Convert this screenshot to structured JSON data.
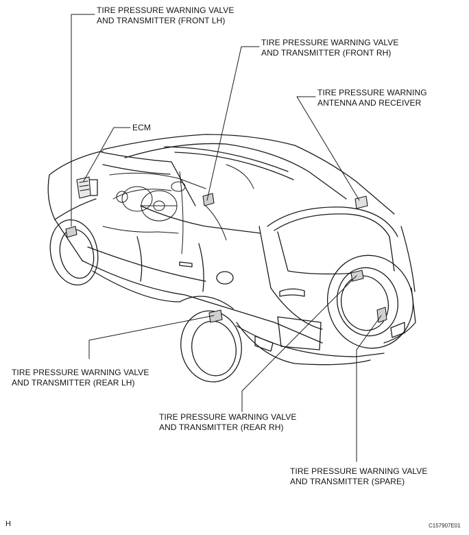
{
  "labels": {
    "front_lh": {
      "line1": "TIRE PRESSURE WARNING VALVE",
      "line2": "AND TRANSMITTER (FRONT LH)"
    },
    "front_rh": {
      "line1": "TIRE PRESSURE WARNING VALVE",
      "line2": "AND TRANSMITTER (FRONT RH)"
    },
    "antenna": {
      "line1": "TIRE PRESSURE WARNING",
      "line2": "ANTENNA AND RECEIVER"
    },
    "ecm": "ECM",
    "rear_lh": {
      "line1": "TIRE PRESSURE WARNING VALVE",
      "line2": "AND TRANSMITTER (REAR LH)"
    },
    "rear_rh": {
      "line1": "TIRE PRESSURE WARNING VALVE",
      "line2": "AND TRANSMITTER (REAR RH)"
    },
    "spare": {
      "line1": "TIRE PRESSURE WARNING VALVE",
      "line2": "AND TRANSMITTER (SPARE)"
    }
  },
  "corner_letter": "H",
  "figure_code": "C157907E01"
}
